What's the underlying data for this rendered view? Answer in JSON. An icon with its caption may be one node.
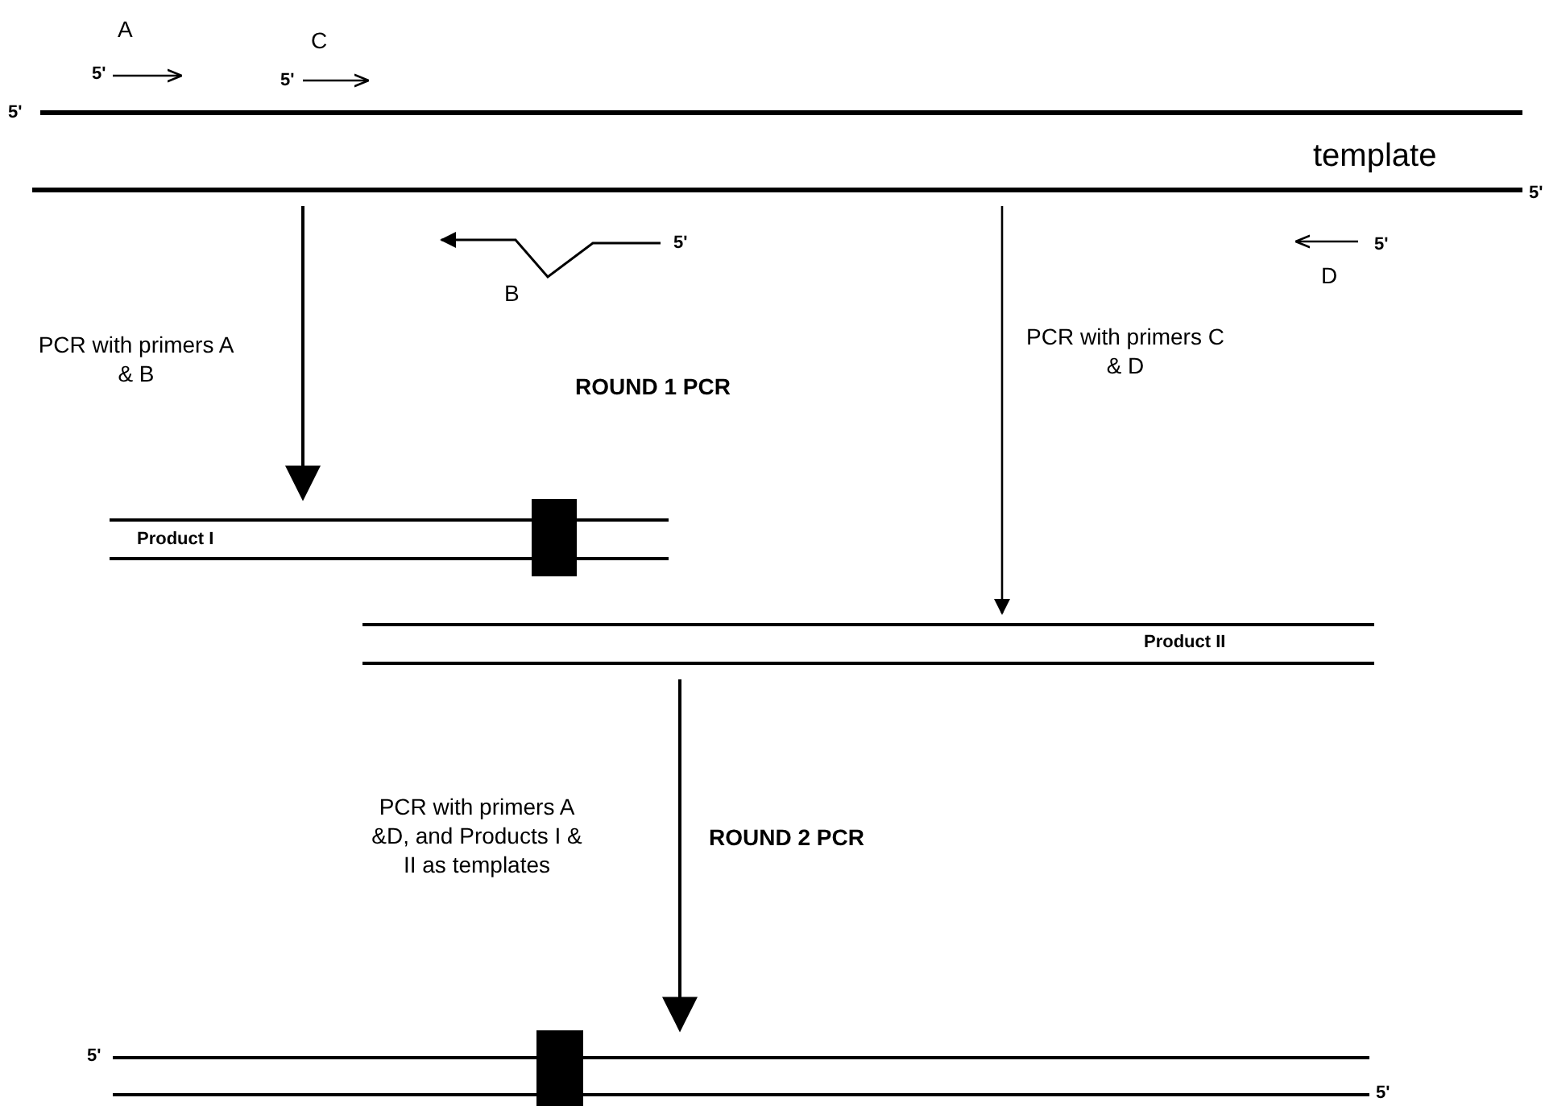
{
  "diagram": {
    "nodes": [
      {
        "text": [
          "template"
        ],
        "beside": [
          "5'",
          "5'"
        ]
      },
      {
        "text": [
          "Product I"
        ]
      },
      {
        "text": [
          "Product II"
        ]
      },
      {
        "text": [],
        "shape": "bar",
        "beside": [
          "5'",
          "5'"
        ]
      }
    ],
    "edges": [
      {
        "from": 0,
        "to": 1,
        "arrow": "to",
        "label": "PCR with primers A & B"
      },
      {
        "from": 0,
        "to": 2,
        "arrow": "to",
        "label": "PCR with primers C & D"
      },
      {
        "from": 2,
        "to": 3,
        "arrow": "to",
        "label": "PCR with primers A &D, and Products I & II as templates"
      }
    ],
    "labels": [
      "A",
      "5'",
      "C",
      "5'",
      "B",
      "5'",
      "D",
      "5'",
      "ROUND 1 PCR",
      "ROUND 2 PCR"
    ]
  }
}
